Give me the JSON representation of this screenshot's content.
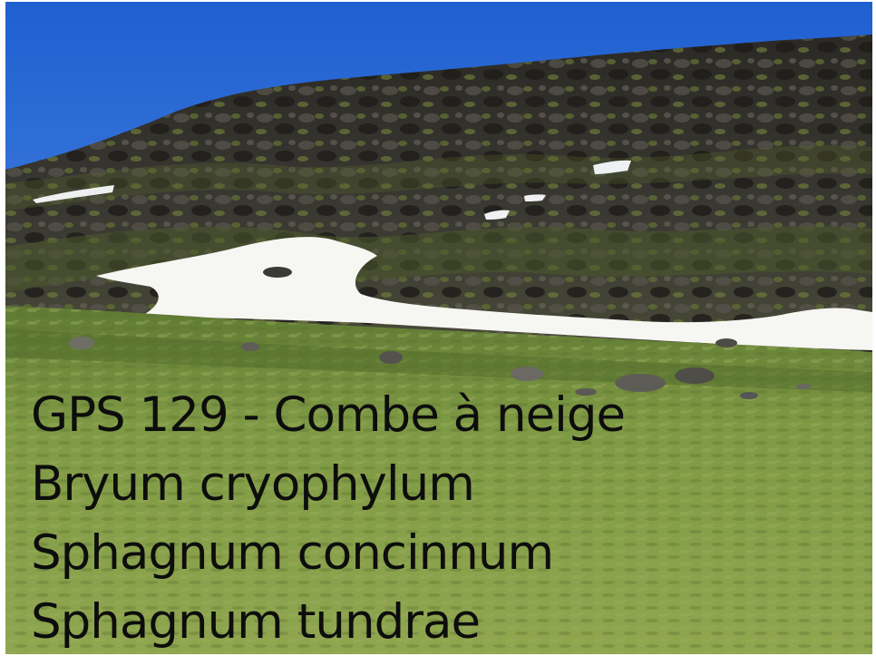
{
  "scene": {
    "description_icon": "mountain-snow-photo",
    "colors": {
      "sky_top": "#1f5fd0",
      "sky_bottom": "#5c97e8",
      "rock_dark": "#2d2a26",
      "rock_mid": "#4a4740",
      "moss": "#5f6b35",
      "snow": "#f6f6f2",
      "meadow_top": "#6f8a3c",
      "meadow_bottom": "#8ca14a",
      "caption_text": "#0d0d0d"
    }
  },
  "caption": {
    "line1": "GPS 129 - Combe à neige",
    "line2": "Bryum cryophylum",
    "line3": "Sphagnum concinnum",
    "line4": "Sphagnum tundrae"
  }
}
